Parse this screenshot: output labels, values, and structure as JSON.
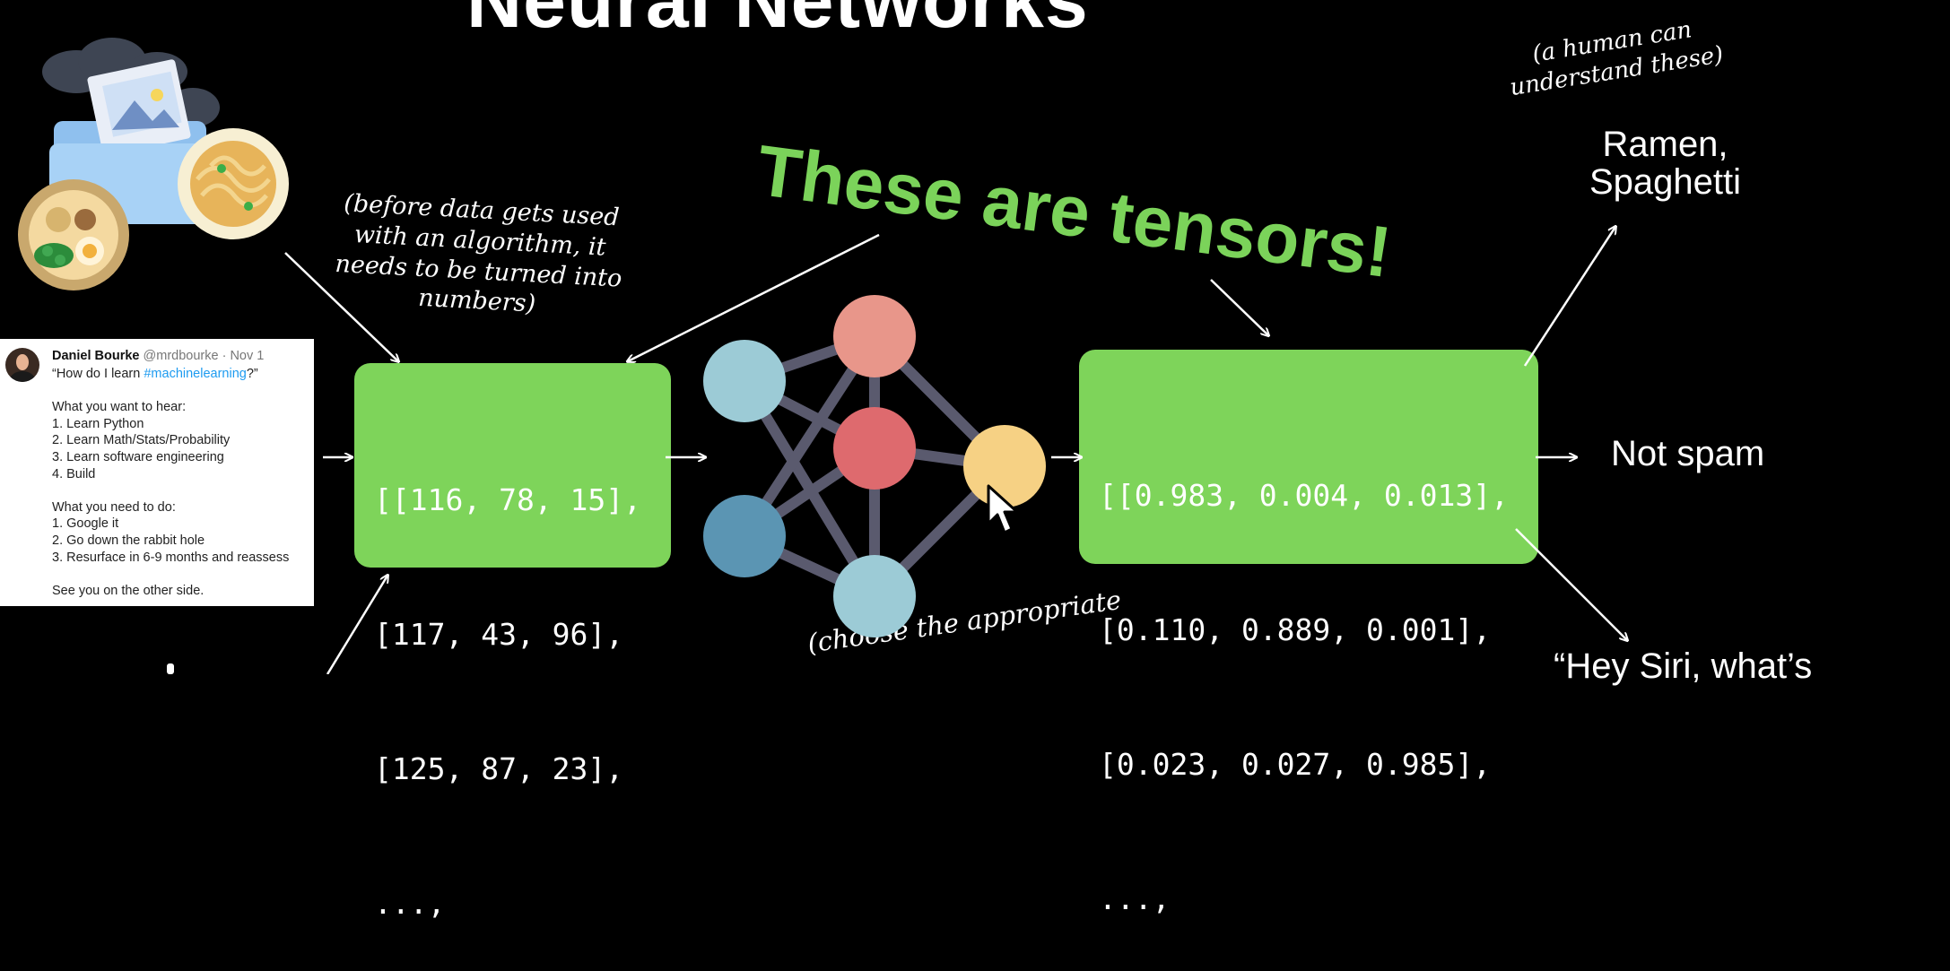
{
  "title": "Neural Networks",
  "notes": {
    "before_data": [
      "(before data gets used",
      "with an algorithm, it",
      "needs to be turned into",
      "numbers)"
    ],
    "human_understand": [
      "(a human can",
      "understand these)"
    ],
    "choose": "(choose the appropriate"
  },
  "headline": "These are tensors!",
  "input_tensor": [
    "[[116, 78, 15],",
    "[117, 43, 96],",
    "[125, 87, 23],",
    "...,"
  ],
  "output_tensor": [
    "[[0.983, 0.004, 0.013],",
    "[0.110, 0.889, 0.001],",
    "[0.023, 0.027, 0.985],",
    "...,"
  ],
  "outputs": {
    "ramen_line1": "Ramen,",
    "ramen_line2": "Spaghetti",
    "spam": "Not spam",
    "siri": "“Hey Siri, what’s"
  },
  "tweet": {
    "name": "Daniel Bourke",
    "handle": "@mrdbourke · Nov 1",
    "quote_pre": "“How do I learn ",
    "hashtag": "#machinelearning",
    "quote_post": "?”",
    "want_heading": "What you want to hear:",
    "want_items": [
      "1. Learn Python",
      "2. Learn Math/Stats/Probability",
      "3. Learn software engineering",
      "4. Build"
    ],
    "need_heading": "What you need to do:",
    "need_items": [
      "1. Google it",
      "2. Go down the rabbit hole",
      "3. Resurface in 6-9 months and reassess"
    ],
    "closing": "See you on the other side."
  },
  "colors": {
    "background": "#000000",
    "box_green": "#7ed45a",
    "headline_green": "#7bd35a",
    "node_light_blue": "#9ccbd6",
    "node_dark_blue": "#5b95b3",
    "node_salmon": "#e8968a",
    "node_red": "#de6a6e",
    "node_yellow": "#f6d184",
    "edge": "#5a5a6e"
  }
}
